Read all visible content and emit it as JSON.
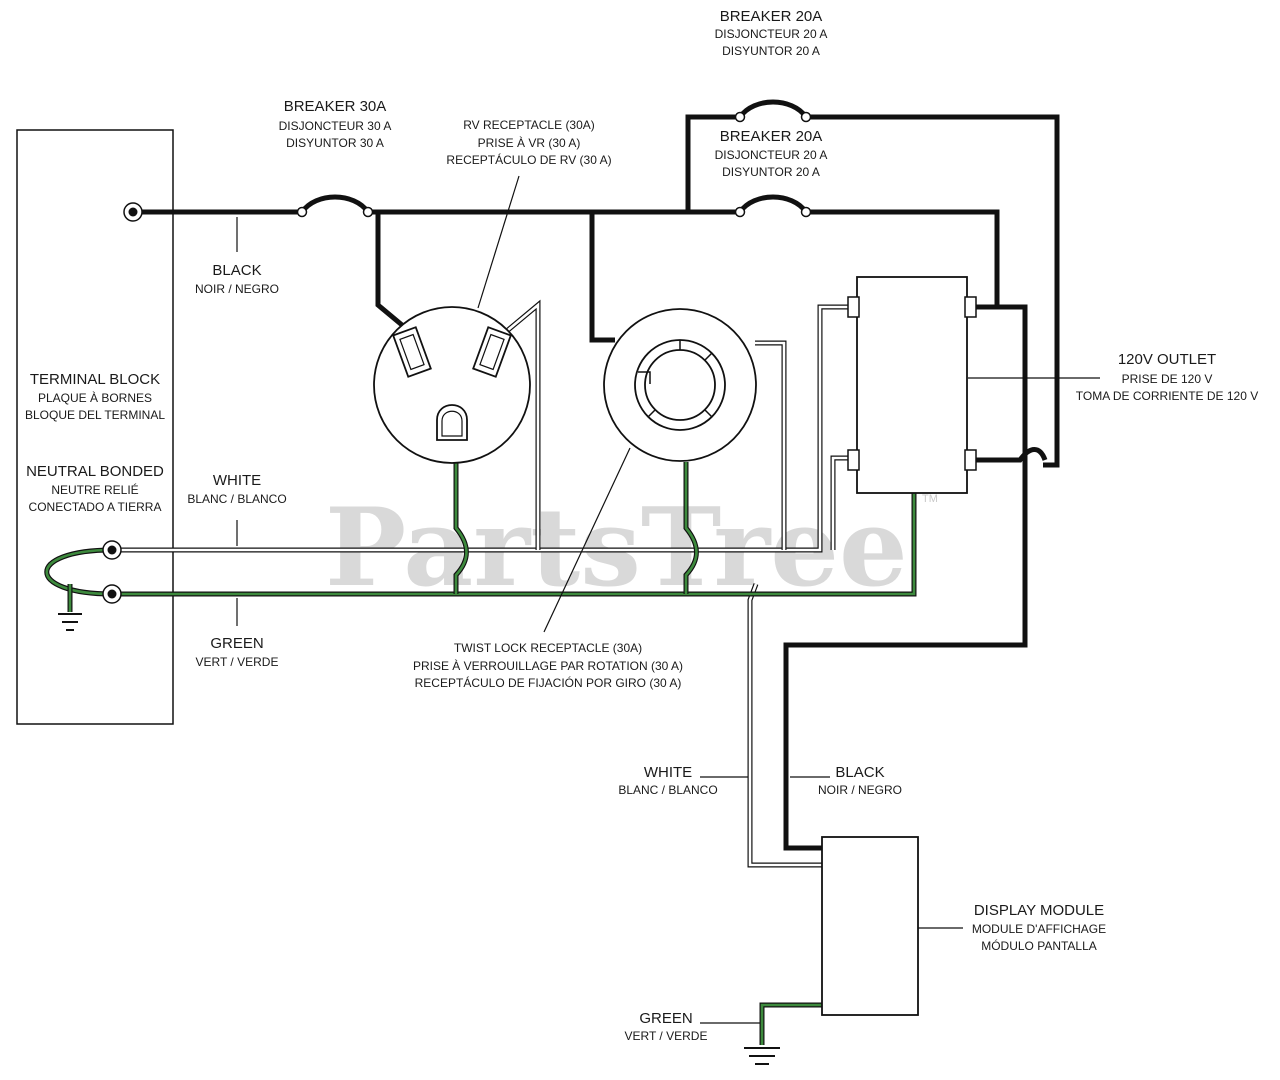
{
  "watermark": {
    "text": "PartsTree",
    "trademark": "TM"
  },
  "terminal_block": {
    "label": [
      "TERMINAL BLOCK",
      "PLAQUE À BORNES",
      "BLOQUE DEL TERMINAL"
    ],
    "neutral_bonded": [
      "NEUTRAL BONDED",
      "NEUTRE RELIÉ",
      "CONECTADO A TIERRA"
    ]
  },
  "breakers": {
    "b30": [
      "BREAKER 30A",
      "DISJONCTEUR 30 A",
      "DISYUNTOR 30 A"
    ],
    "b20_top": [
      "BREAKER 20A",
      "DISJONCTEUR 20 A",
      "DISYUNTOR 20 A"
    ],
    "b20_mid": [
      "BREAKER 20A",
      "DISJONCTEUR 20 A",
      "DISYUNTOR 20 A"
    ]
  },
  "receptacles": {
    "rv": [
      "RV RECEPTACLE (30A)",
      "PRISE À VR (30 A)",
      "RECEPTÁCULO DE RV (30 A)"
    ],
    "twist": [
      "TWIST LOCK RECEPTACLE (30A)",
      "PRISE À VERROUILLAGE PAR ROTATION (30 A)",
      "RECEPTÁCULO DE FIJACIÓN POR GIRO (30 A)"
    ],
    "outlet_120v": [
      "120V OUTLET",
      "PRISE DE 120 V",
      "TOMA DE CORRIENTE DE 120 V"
    ]
  },
  "wires": {
    "black": [
      "BLACK",
      "NOIR / NEGRO"
    ],
    "white": [
      "WHITE",
      "BLANC / BLANCO"
    ],
    "green": [
      "GREEN",
      "VERT / VERDE"
    ],
    "white_lower": [
      "WHITE",
      "BLANC / BLANCO"
    ],
    "black_lower": [
      "BLACK",
      "NOIR / NEGRO"
    ],
    "green_lower": [
      "GREEN",
      "VERT / VERDE"
    ]
  },
  "display_module": {
    "label": [
      "DISPLAY MODULE",
      "MODULE D'AFFICHAGE",
      "MÓDULO PANTALLA"
    ]
  }
}
